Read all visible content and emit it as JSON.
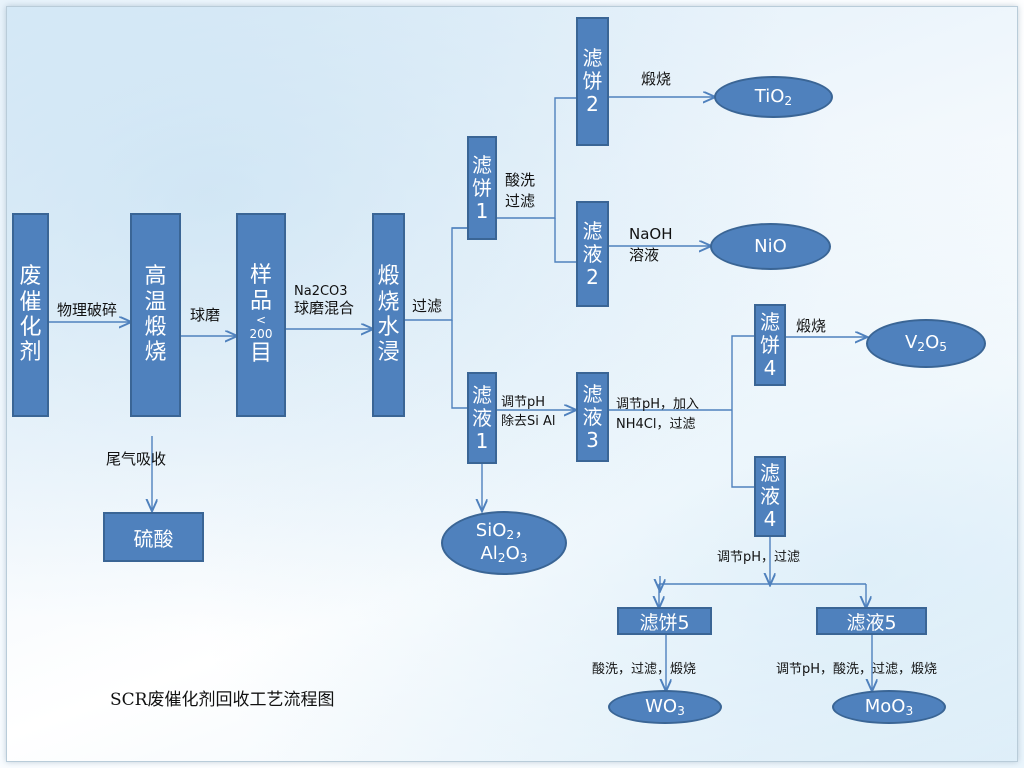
{
  "caption": "SCR废催化剂回收工艺流程图",
  "nodes": {
    "waste_catalyst": [
      "废",
      "催",
      "化",
      "剂"
    ],
    "high_temp_calcine": [
      "高",
      "温",
      "煅",
      "烧"
    ],
    "sample": {
      "c1": "样",
      "c2": "品",
      "c3": "<",
      "c4": "200",
      "c5": "目"
    },
    "calcine_leach": [
      "煅",
      "烧",
      "水",
      "浸"
    ],
    "filter_cake_1": [
      "滤",
      "饼",
      "1"
    ],
    "filtrate_1": [
      "滤",
      "液",
      "1"
    ],
    "filter_cake_2": [
      "滤",
      "饼",
      "2"
    ],
    "filtrate_2": [
      "滤",
      "液",
      "2"
    ],
    "filtrate_3": [
      "滤",
      "液",
      "3"
    ],
    "filter_cake_4": [
      "滤",
      "饼",
      "4"
    ],
    "filtrate_4": [
      "滤",
      "液",
      "4"
    ],
    "sulfuric_acid": "硫酸",
    "filter_cake_5": "滤饼5",
    "filtrate_5": "滤液5"
  },
  "products": {
    "tio2": {
      "base": "TiO",
      "sub": "2"
    },
    "nio": "NiO",
    "v2o5": {
      "a": "V",
      "s1": "2",
      "b": "O",
      "s2": "5"
    },
    "sio2_al2o3": {
      "l1a": "SiO",
      "l1s": "2",
      "l1b": "，",
      "l2a": "Al",
      "l2s": "2",
      "l2b": "O",
      "l2s2": "3"
    },
    "wo3": {
      "base": "WO",
      "sub": "3"
    },
    "moo3": {
      "base": "MoO",
      "sub": "3"
    }
  },
  "labels": {
    "physical_crush": "物理破碎",
    "ball_mill": "球磨",
    "na2co3": "Na2CO3",
    "ball_mill_mix": "球磨混合",
    "filter": "过滤",
    "exhaust_absorb": "尾气吸收",
    "acid_wash_filter_1": "酸洗",
    "acid_wash_filter_2": "过滤",
    "calcine_tio2": "煅烧",
    "naoh_1": "NaOH",
    "naoh_2": "溶液",
    "adjust_ph_1": "调节pH",
    "adjust_ph_2": "除去Si Al",
    "adjust_nh4cl_1": "调节pH，加入",
    "adjust_nh4cl_2": "NH4Cl，过滤",
    "calcine_v2o5": "煅烧",
    "adjust_ph_filter": "调节pH，过滤",
    "wo3_steps": "酸洗，过滤，煅烧",
    "moo3_steps": "调节pH，酸洗，过滤，煅烧"
  }
}
